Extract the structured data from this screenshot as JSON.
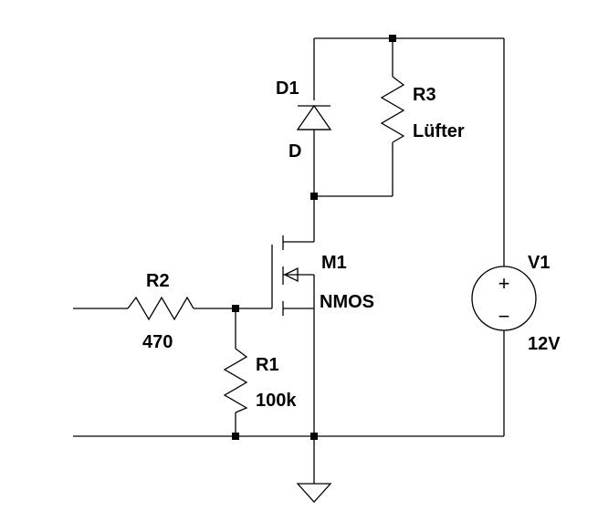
{
  "components": {
    "d1": {
      "ref": "D1",
      "value": "D"
    },
    "r3": {
      "ref": "R3",
      "value": "Lüfter"
    },
    "m1": {
      "ref": "M1",
      "value": "NMOS"
    },
    "v1": {
      "ref": "V1",
      "value": "12V",
      "plus": "+",
      "minus": "−"
    },
    "r2": {
      "ref": "R2",
      "value": "470"
    },
    "r1": {
      "ref": "R1",
      "value": "100k"
    }
  },
  "colors": {
    "stroke": "#000000",
    "background": "#ffffff"
  }
}
